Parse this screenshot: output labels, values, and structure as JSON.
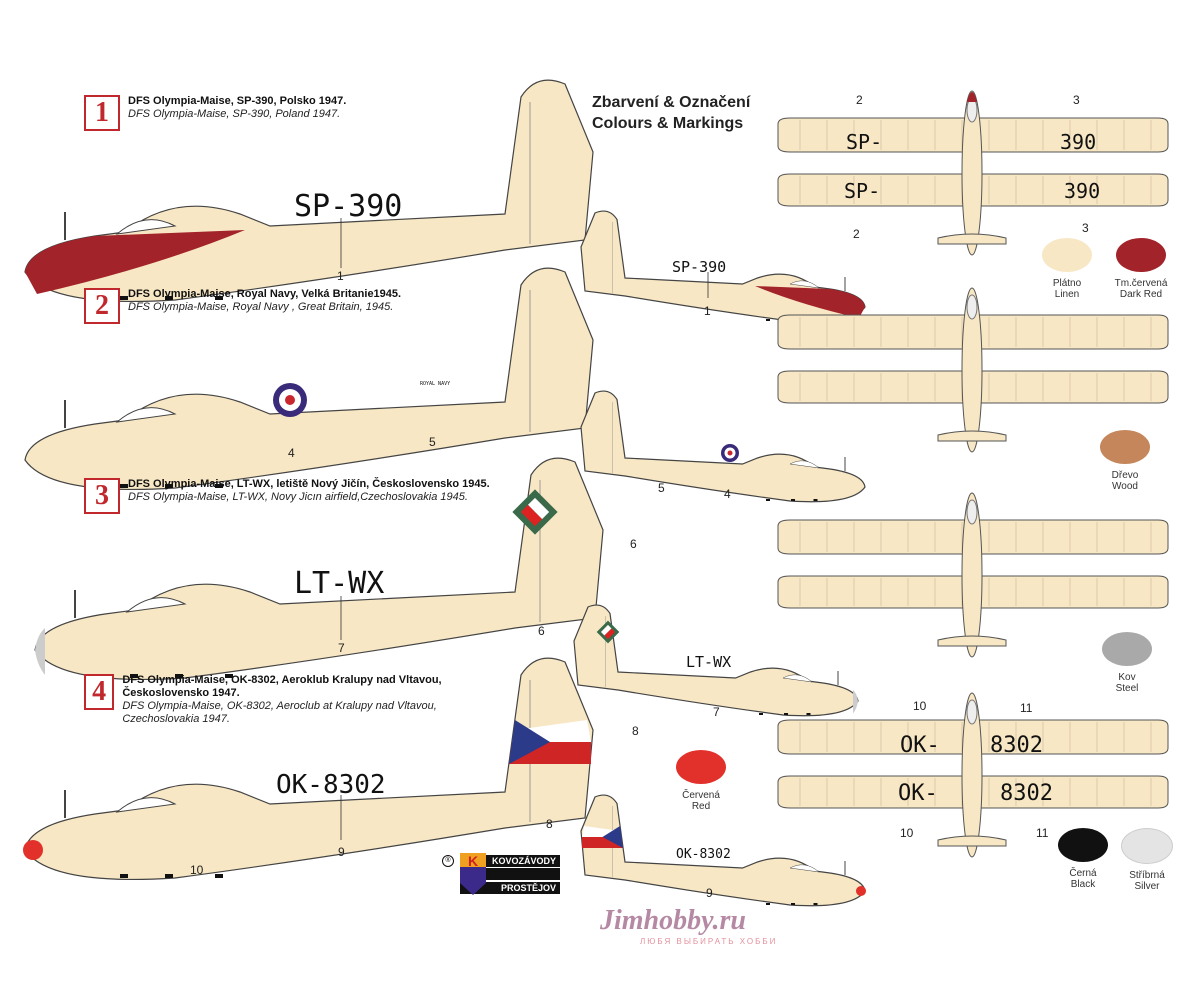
{
  "title": {
    "cz": "Zbarvení & Označení",
    "en": "Colours & Markings"
  },
  "schemes": [
    {
      "num": "1",
      "cz": "DFS Olympia-Maise, SP-390, Polsko 1947.",
      "en": "DFS Olympia-Maise, SP-390, Poland 1947.",
      "reg": "SP-390",
      "reg_a": "SP-",
      "reg_b": "390"
    },
    {
      "num": "2",
      "cz": "DFS Olympia-Maise, Royal Navy, Velká Britanie1945.",
      "en": "DFS Olympia-Maise, Royal Navy , Great Britain, 1945.",
      "reg": "ROYAL NAVY"
    },
    {
      "num": "3",
      "cz": "DFS Olympia-Maise, LT-WX, letiště Nový Jičín, Československo 1945.",
      "en": "DFS Olympia-Maise, LT-WX, Novy Jicın airfield,Czechoslovakia 1945.",
      "reg": "LT-WX"
    },
    {
      "num": "4",
      "cz": "DFS Olympia-Maise, OK-8302, Aeroklub Kralupy nad Vltavou, Československo 1947.",
      "en": "DFS Olympia-Maise, OK-8302, Aeroclub at Kralupy nad Vltavou, Czechoslovakia 1947.",
      "reg": "OK-8302",
      "reg_a": "OK-",
      "reg_b": "8302"
    }
  ],
  "callouts": [
    "1",
    "2",
    "3",
    "4",
    "5",
    "6",
    "7",
    "8",
    "9",
    "10",
    "11"
  ],
  "swatches": [
    {
      "cz": "Plátno",
      "en": "Linen",
      "color": "#f7e7c4"
    },
    {
      "cz": "Tm.červená",
      "en": "Dark Red",
      "color": "#a3232a"
    },
    {
      "cz": "Dřevo",
      "en": "Wood",
      "color": "#c4865a"
    },
    {
      "cz": "Kov",
      "en": "Steel",
      "color": "#a9a9a9"
    },
    {
      "cz": "Červená",
      "en": "Red",
      "color": "#e2302b"
    },
    {
      "cz": "Černá",
      "en": "Black",
      "color": "#111111"
    },
    {
      "cz": "Stříbrná",
      "en": "Silver",
      "color": "#e4e4e4"
    }
  ],
  "logo": {
    "top": "KOVOZÁVODY",
    "bottom": "PROSTĚJOV",
    "mark": "K"
  },
  "watermark": {
    "name": "Jimhobby.ru",
    "tagline": "ЛЮБЯ ВЫБИРАТЬ ХОББИ"
  }
}
